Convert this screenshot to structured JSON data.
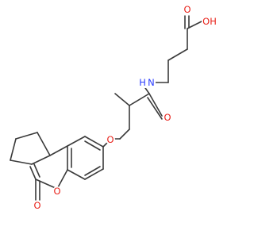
{
  "molecule": {
    "atoms": {
      "O_acid_carbonyl": "O",
      "O_acid_hydroxyl": "OH",
      "N_amide": "H N",
      "O_amide": "O",
      "O_ether": "O",
      "O_ring": "O",
      "O_lactone": "O"
    },
    "colors": {
      "bond": "#3a3a3a",
      "oxygen": "#e8221a",
      "nitrogen": "#2a3cff",
      "background": "#ffffff"
    }
  }
}
